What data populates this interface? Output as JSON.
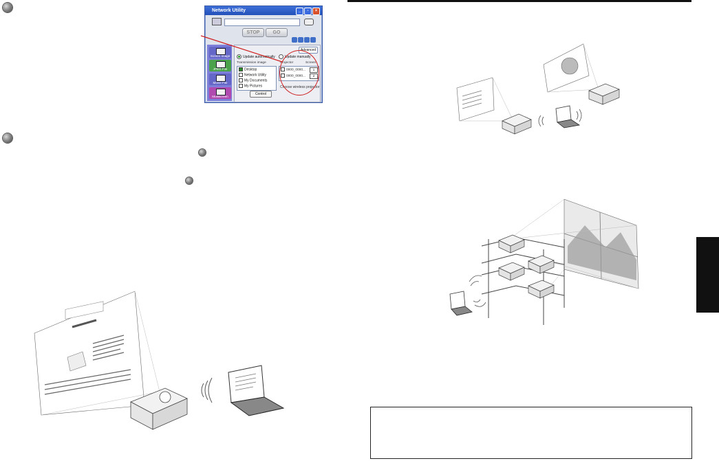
{
  "network_utility": {
    "title": "Network Utility",
    "stop_label": "STOP",
    "go_label": "GO",
    "advanced_label": "Advanced",
    "nav": [
      "Screen Image",
      "JPEG File",
      "Movie File",
      "Multiscreen"
    ],
    "update_auto": "Update automatically",
    "update_manual": "Update manually",
    "transmission_header": "Transmission image",
    "projector_header": "Projector",
    "screen_header": "Screen",
    "images": [
      "Desktop",
      "Network Utility",
      "My Documents",
      "My Pictures"
    ],
    "projectors": [
      "0000_0000...",
      "0000_0000..."
    ],
    "screen_values": [
      "1",
      "2"
    ],
    "choose_text": "Choose wireless projector",
    "control_label": "Control"
  },
  "colors": {
    "callout": "#d02020",
    "title_bar": "#2250b8",
    "nav_panel": "#7d7fd8",
    "black_tab": "#111111"
  },
  "icons": [
    "bullet-icon",
    "laptop-icon",
    "projector-icon",
    "wireless-signal-icon"
  ]
}
